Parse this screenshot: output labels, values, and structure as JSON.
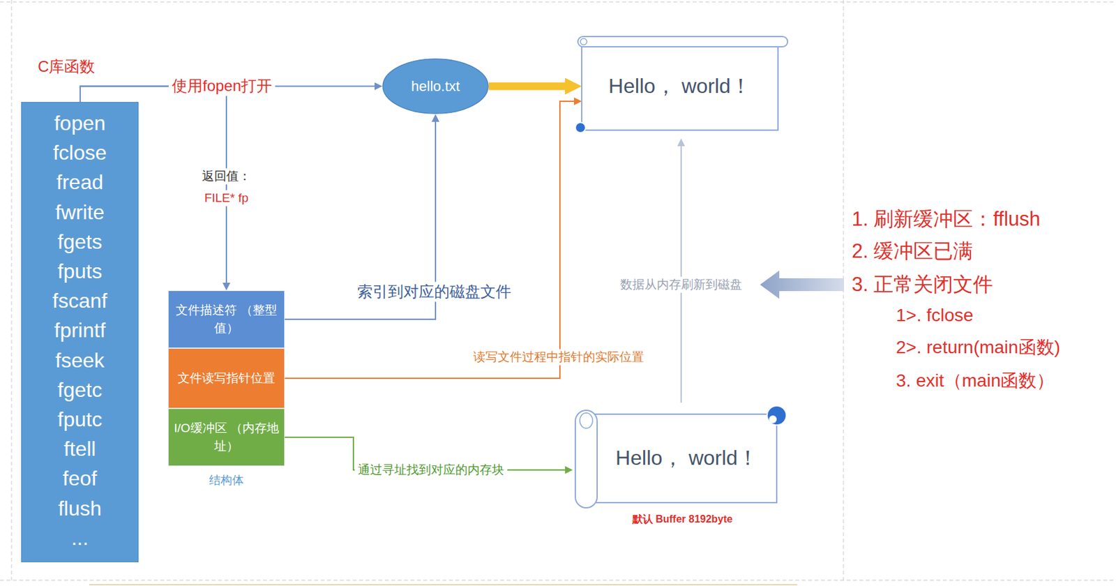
{
  "diagram": {
    "nodes": [
      {
        "text": [
          "C库函数",
          "fopen",
          "fclose",
          "fread",
          "fwrite",
          "fgets",
          "fputs",
          "fscanf",
          "fprintf",
          "fseek",
          "fgetc",
          "fputc",
          "ftell",
          "feof",
          "flush",
          "..."
        ]
      },
      {
        "text": [
          "hello.txt"
        ]
      },
      {
        "text": [
          "Hello， world！"
        ]
      },
      {
        "text": [
          "结构体"
        ]
      },
      {
        "text": [
          "文件描述符 （整型值）"
        ],
        "in": 3
      },
      {
        "text": [
          "文件读写指针位置"
        ],
        "in": 3
      },
      {
        "text": [
          "I/O缓冲区 （内存地址）"
        ],
        "in": 3
      },
      {
        "text": [
          "Hello， world！",
          "默认 Buffer 8192byte"
        ]
      }
    ],
    "edges": [
      {
        "from": 0,
        "to": 1,
        "label": "使用fopen打开",
        "arrow": "to"
      },
      {
        "from": 0,
        "to": 3,
        "label": "返回值：",
        "arrow": "to"
      },
      {
        "from": 4,
        "to": 1,
        "label": "索引到对应的磁盘文件",
        "arrow": "to"
      },
      {
        "from": 1,
        "to": 2,
        "arrow": "to"
      },
      {
        "from": 5,
        "to": 2,
        "label": "读写文件过程中指针的实际位置",
        "arrow": "to"
      },
      {
        "from": 6,
        "to": 7,
        "label": "通过寻址找到对应的内存块",
        "arrow": "to"
      },
      {
        "from": 7,
        "to": 2,
        "label": "数据从内存刷新到磁盘",
        "arrow": "to"
      }
    ],
    "labels": [
      "FILE* fp",
      "1. 刷新缓冲区：fflush",
      "2. 缓冲区已满",
      "3. 正常关闭文件",
      "1>. fclose",
      "2>. return(main函数)",
      "3. exit（main函数）"
    ]
  }
}
